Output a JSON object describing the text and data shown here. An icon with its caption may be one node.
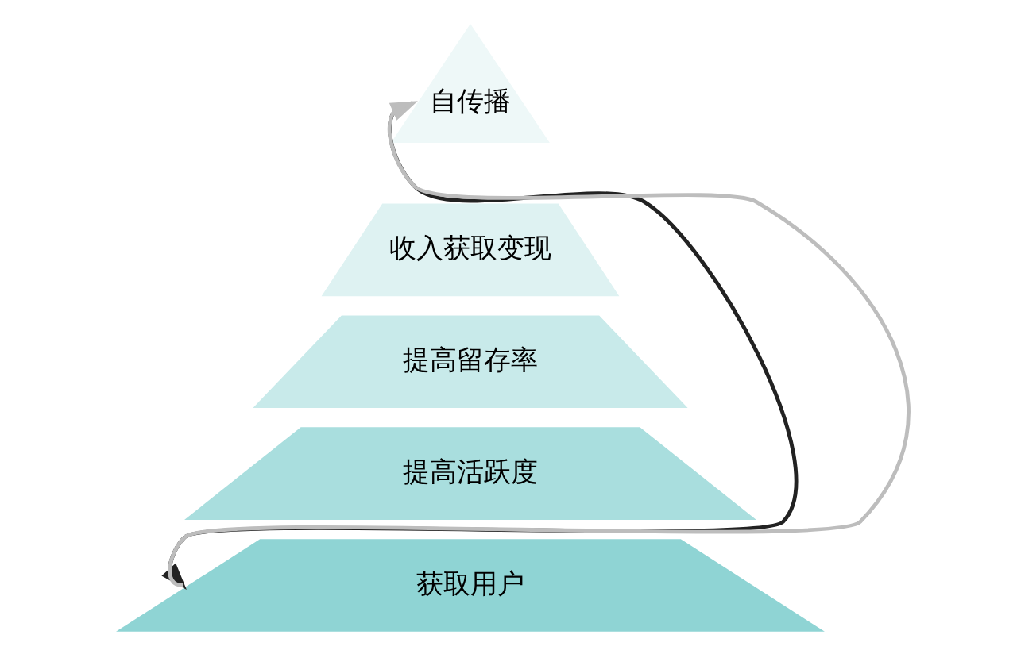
{
  "diagram": {
    "nodes": [
      {
        "text": [
          "自传播"
        ]
      },
      {
        "text": [
          "收入获取变现"
        ]
      },
      {
        "text": [
          "提高留存率"
        ]
      },
      {
        "text": [
          "提高活跃度"
        ]
      },
      {
        "text": [
          "获取用户"
        ]
      }
    ],
    "edges": [
      {
        "from": 4,
        "to": 0,
        "arrow": "to",
        "color": "#bdbdbd"
      },
      {
        "from": 0,
        "to": 4,
        "arrow": "to",
        "color": "#222222"
      }
    ]
  }
}
